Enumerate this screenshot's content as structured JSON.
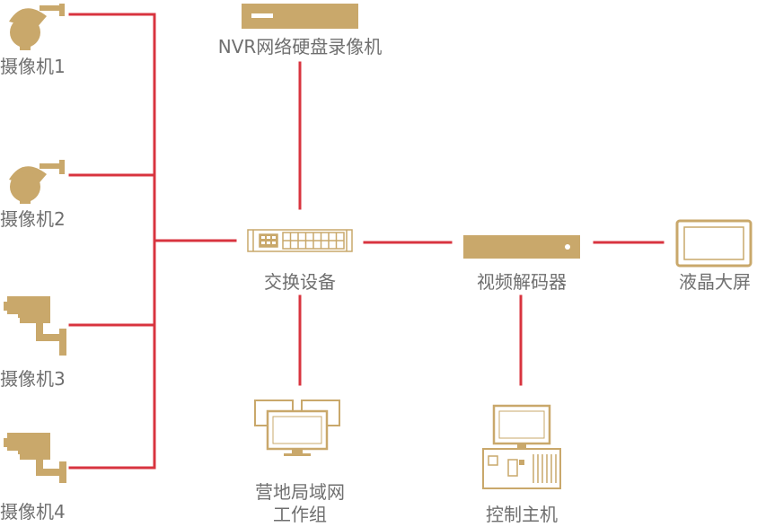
{
  "colors": {
    "device": "#c9a86b",
    "device_dark": "#b08f55",
    "link": "#d8343f",
    "label": "#6f6f6f"
  },
  "devices": {
    "nvr": {
      "label": "NVR网络硬盘录像机",
      "icon": "nvr-recorder-icon"
    },
    "switch": {
      "label": "交换设备",
      "icon": "network-switch-icon"
    },
    "decoder": {
      "label": "视频解码器",
      "icon": "video-decoder-icon"
    },
    "lcd": {
      "label": "液晶大屏",
      "icon": "lcd-screen-icon"
    },
    "workgroup": {
      "label_line1": "营地局域网",
      "label_line2": "工作组",
      "icon": "monitors-icon"
    },
    "control": {
      "label": "控制主机",
      "icon": "computer-icon"
    }
  },
  "cameras": [
    {
      "label": "摄像机1",
      "icon": "dome-camera-icon"
    },
    {
      "label": "摄像机2",
      "icon": "dome-camera-icon"
    },
    {
      "label": "摄像机3",
      "icon": "bullet-camera-icon"
    },
    {
      "label": "摄像机4",
      "icon": "bullet-camera-icon"
    }
  ]
}
